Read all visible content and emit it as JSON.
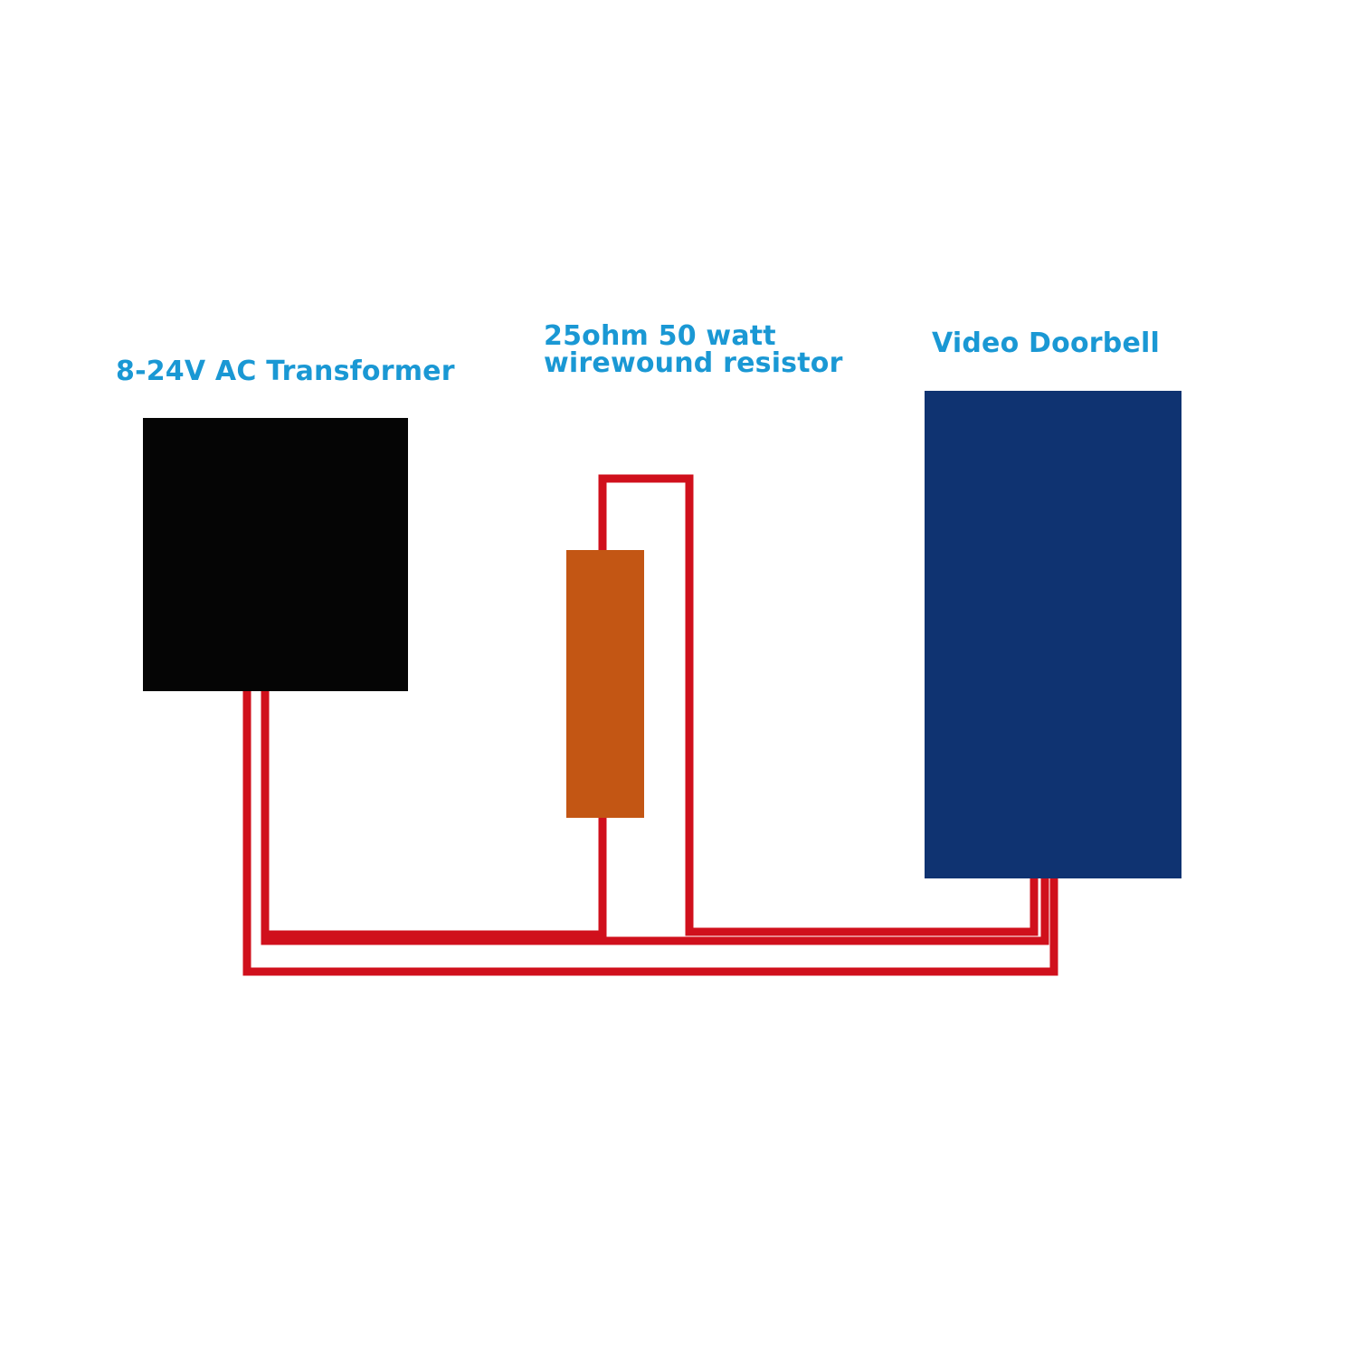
{
  "labels": {
    "transformer": "8-24V AC Transformer",
    "resistor_line1": "25ohm 50 watt",
    "resistor_line2": "wirewound resistor",
    "doorbell": "Video Doorbell"
  },
  "colors": {
    "label": "#1a98d4",
    "wire": "#d0101c",
    "transformer": "#050505",
    "resistor": "#c35614",
    "doorbell": "#0f3371",
    "background": "#ffffff"
  }
}
